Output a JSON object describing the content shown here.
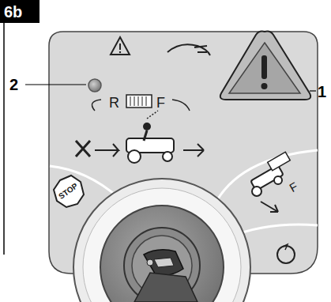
{
  "diagram": {
    "labels": [
      "6b",
      "2",
      "1",
      "R",
      "F",
      "STOP",
      "F"
    ]
  }
}
